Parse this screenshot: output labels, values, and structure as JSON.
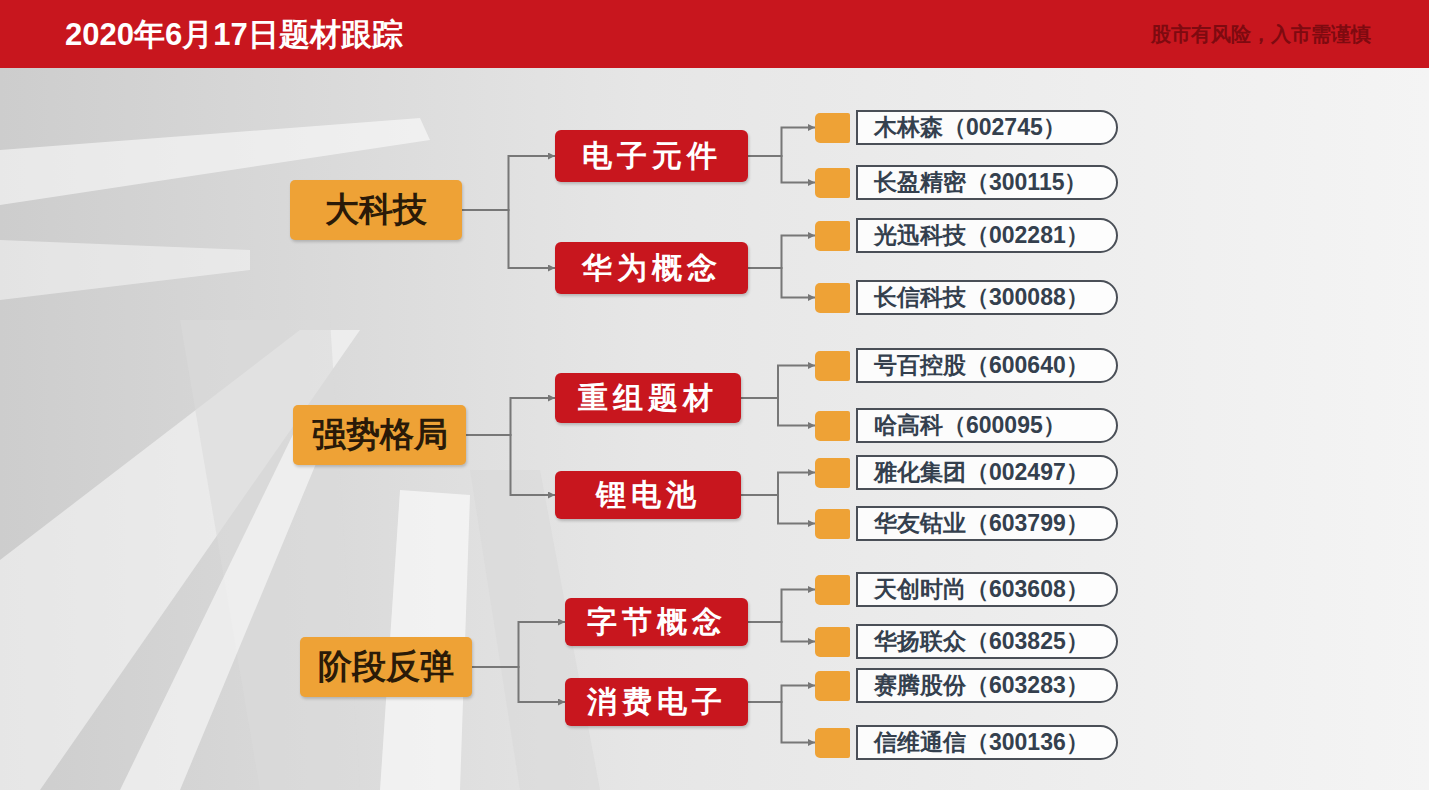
{
  "diagram": {
    "title": "2020年6月17日题材跟踪",
    "nodes": [
      {
        "text": [
          "大科技"
        ]
      },
      {
        "text": [
          "电子元件"
        ]
      },
      {
        "text": [
          "木林森（002745）"
        ]
      },
      {
        "text": [
          "长盈精密（300115）"
        ]
      },
      {
        "text": [
          "华为概念"
        ]
      },
      {
        "text": [
          "光迅科技（002281）"
        ]
      },
      {
        "text": [
          "长信科技（300088）"
        ]
      },
      {
        "text": [
          "强势格局"
        ]
      },
      {
        "text": [
          "重组题材"
        ]
      },
      {
        "text": [
          "号百控股（600640）"
        ]
      },
      {
        "text": [
          "哈高科（600095）"
        ]
      },
      {
        "text": [
          "锂电池"
        ]
      },
      {
        "text": [
          "雅化集团（002497）"
        ]
      },
      {
        "text": [
          "华友钴业（603799）"
        ]
      },
      {
        "text": [
          "阶段反弹"
        ]
      },
      {
        "text": [
          "字节概念"
        ]
      },
      {
        "text": [
          "天创时尚（603608）"
        ]
      },
      {
        "text": [
          "华扬联众（603825）"
        ]
      },
      {
        "text": [
          "消费电子"
        ]
      },
      {
        "text": [
          "赛腾股份（603283）"
        ]
      },
      {
        "text": [
          "信维通信（300136）"
        ]
      }
    ],
    "edges": [
      {
        "from": 0,
        "to": 1,
        "arrow": "to"
      },
      {
        "from": 0,
        "to": 4,
        "arrow": "to"
      },
      {
        "from": 1,
        "to": 2,
        "arrow": "to"
      },
      {
        "from": 1,
        "to": 3,
        "arrow": "to"
      },
      {
        "from": 4,
        "to": 5,
        "arrow": "to"
      },
      {
        "from": 4,
        "to": 6,
        "arrow": "to"
      },
      {
        "from": 7,
        "to": 8,
        "arrow": "to"
      },
      {
        "from": 7,
        "to": 11,
        "arrow": "to"
      },
      {
        "from": 8,
        "to": 9,
        "arrow": "to"
      },
      {
        "from": 8,
        "to": 10,
        "arrow": "to"
      },
      {
        "from": 11,
        "to": 12,
        "arrow": "to"
      },
      {
        "from": 11,
        "to": 13,
        "arrow": "to"
      },
      {
        "from": 14,
        "to": 15,
        "arrow": "to"
      },
      {
        "from": 14,
        "to": 18,
        "arrow": "to"
      },
      {
        "from": 15,
        "to": 16,
        "arrow": "to"
      },
      {
        "from": 15,
        "to": 17,
        "arrow": "to"
      },
      {
        "from": 18,
        "to": 19,
        "arrow": "to"
      },
      {
        "from": 18,
        "to": 20,
        "arrow": "to"
      }
    ],
    "labels": [
      "股市有风险，入市需谨慎"
    ]
  }
}
